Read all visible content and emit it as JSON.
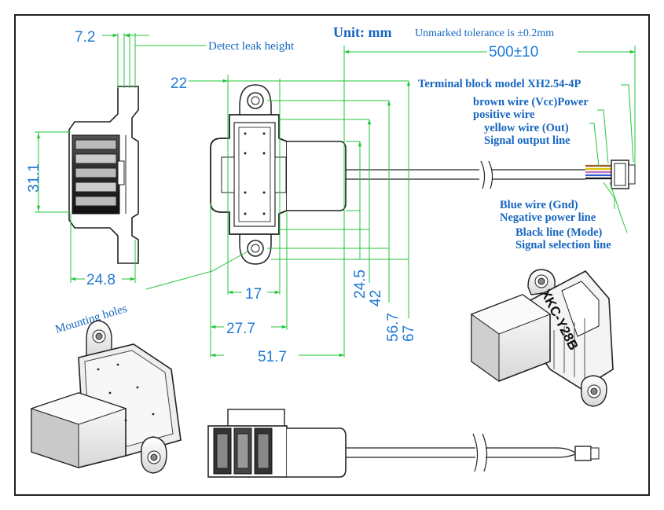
{
  "header": {
    "unit": "Unit: mm",
    "tolerance": "Unmarked tolerance is ±0.2mm"
  },
  "dimensions": {
    "d7_2": "7.2",
    "d31_1": "31.1",
    "d24_8": "24.8",
    "d22": "22",
    "d17": "17",
    "d27_7": "27.7",
    "d51_7": "51.7",
    "d24_5": "24.5",
    "d42": "42",
    "d56_7": "56.7",
    "d67": "67",
    "d500": "500±10"
  },
  "labels": {
    "detect_leak": "Detect leak height",
    "terminal": "Terminal block model XH2.54-4P",
    "brown_1": "brown wire (Vcc)Power",
    "brown_2": "positive wire",
    "yellow_1": "yellow wire (Out)",
    "yellow_2": "Signal output line",
    "blue_1": "Blue wire (Gnd)",
    "blue_2": "Negative power line",
    "black_1": "Black line (Mode)",
    "black_2": "Signal selection line",
    "mounting": "Mounting holes",
    "model": "XKC-Y28B"
  },
  "colors": {
    "dimension_line": "#22c53a",
    "dimension_text": "#1e7ad6",
    "note_text": "#1565c0",
    "frame": "#222222"
  }
}
